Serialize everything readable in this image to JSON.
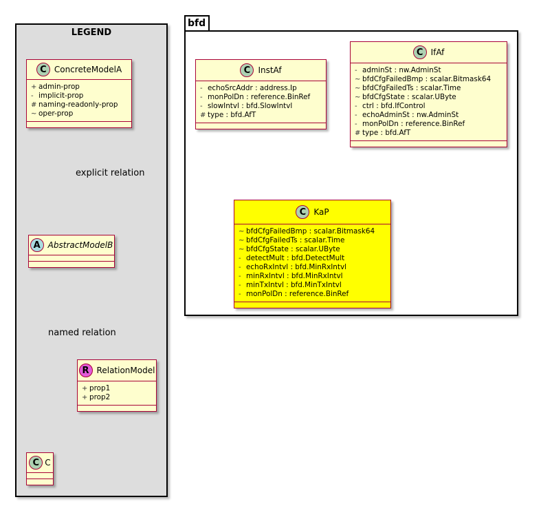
{
  "legend": {
    "title": "LEGEND",
    "concrete_model": {
      "stereotype": "C",
      "name": "ConcreteModelA",
      "attributes": [
        {
          "vis": "+",
          "text": "admin-prop"
        },
        {
          "vis": "-",
          "text": "implicit-prop"
        },
        {
          "vis": "#",
          "text": "naming-readonly-prop"
        },
        {
          "vis": "~",
          "text": "oper-prop"
        }
      ]
    },
    "abstract_model": {
      "stereotype": "A",
      "name": "AbstractModelB"
    },
    "relation_model": {
      "stereotype": "R",
      "name": "RelationModel",
      "attributes": [
        {
          "vis": "+",
          "text": "prop1"
        },
        {
          "vis": "+",
          "text": "prop2"
        }
      ]
    },
    "c_model": {
      "stereotype": "C",
      "name": "C"
    },
    "explicit_relation_label": "explicit relation",
    "named_relation_label": "named relation"
  },
  "package": {
    "name": "bfd",
    "inst_af": {
      "stereotype": "C",
      "name": "InstAf",
      "attributes": [
        {
          "vis": "-",
          "text": "echoSrcAddr : address.Ip"
        },
        {
          "vis": "-",
          "text": "monPolDn : reference.BinRef"
        },
        {
          "vis": "-",
          "text": "slowIntvl : bfd.SlowIntvl"
        },
        {
          "vis": "#",
          "text": "type : bfd.AfT"
        }
      ]
    },
    "if_af": {
      "stereotype": "C",
      "name": "IfAf",
      "attributes": [
        {
          "vis": "-",
          "text": "adminSt : nw.AdminSt"
        },
        {
          "vis": "~",
          "text": "bfdCfgFailedBmp : scalar.Bitmask64"
        },
        {
          "vis": "~",
          "text": "bfdCfgFailedTs : scalar.Time"
        },
        {
          "vis": "~",
          "text": "bfdCfgState : scalar.UByte"
        },
        {
          "vis": "-",
          "text": "ctrl : bfd.IfControl"
        },
        {
          "vis": "-",
          "text": "echoAdminSt : nw.AdminSt"
        },
        {
          "vis": "-",
          "text": "monPolDn : reference.BinRef"
        },
        {
          "vis": "#",
          "text": "type : bfd.AfT"
        }
      ]
    },
    "ka_p": {
      "stereotype": "C",
      "name": "KaP",
      "attributes": [
        {
          "vis": "~",
          "text": "bfdCfgFailedBmp : scalar.Bitmask64"
        },
        {
          "vis": "~",
          "text": "bfdCfgFailedTs : scalar.Time"
        },
        {
          "vis": "~",
          "text": "bfdCfgState : scalar.UByte"
        },
        {
          "vis": "-",
          "text": "detectMult : bfd.DetectMult"
        },
        {
          "vis": "-",
          "text": "echoRxIntvl : bfd.MinRxIntvl"
        },
        {
          "vis": "-",
          "text": "minRxIntvl : bfd.MinRxIntvl"
        },
        {
          "vis": "-",
          "text": "minTxIntvl : bfd.MinTxIntvl"
        },
        {
          "vis": "-",
          "text": "monPolDn : reference.BinRef"
        }
      ]
    }
  },
  "colors": {
    "class_fill": "#fefece",
    "class_border": "#a80036",
    "highlight_fill": "#ffff00",
    "legend_fill": "#dddddd"
  }
}
